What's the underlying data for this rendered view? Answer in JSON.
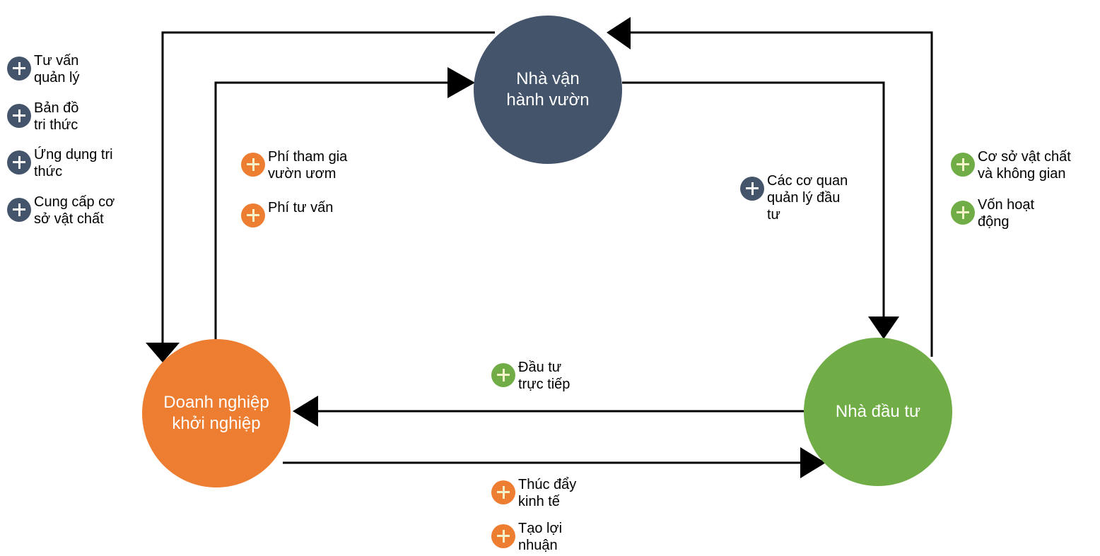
{
  "nodes": {
    "operator": {
      "line1": "Nhà vận",
      "line2": "hành vườn",
      "color": "#44546a"
    },
    "startup": {
      "line1": "Doanh nghiệp",
      "line2": "khởi nghiệp",
      "color": "#ed7d31"
    },
    "investor": {
      "line1": "Nhà đầu tư",
      "color": "#70ad47"
    }
  },
  "left_list": [
    {
      "line1": "Tư vấn",
      "line2": "quản lý"
    },
    {
      "line1": "Bản đồ",
      "line2": "tri thức"
    },
    {
      "line1": "Ứng dụng tri",
      "line2": "thức"
    },
    {
      "line1": "Cung cấp cơ",
      "line2": "sở vật chất"
    }
  ],
  "fees": [
    {
      "line1": "Phí tham gia",
      "line2": "vườn ươm"
    },
    {
      "line1": "Phí tư vấn"
    }
  ],
  "authority": {
    "line1": "Các cơ quan",
    "line2": "quản lý đầu",
    "line3": "tư"
  },
  "right_list": [
    {
      "line1": "Cơ sở vật chất",
      "line2": "và không gian"
    },
    {
      "line1": "Vốn hoạt",
      "line2": "động"
    }
  ],
  "direct_investment": {
    "line1": "Đầu tư",
    "line2": "trực tiếp"
  },
  "bottom_list": [
    {
      "line1": "Thúc đẩy",
      "line2": "kinh tế"
    },
    {
      "line1": "Tạo lợi",
      "line2": "nhuận"
    }
  ]
}
